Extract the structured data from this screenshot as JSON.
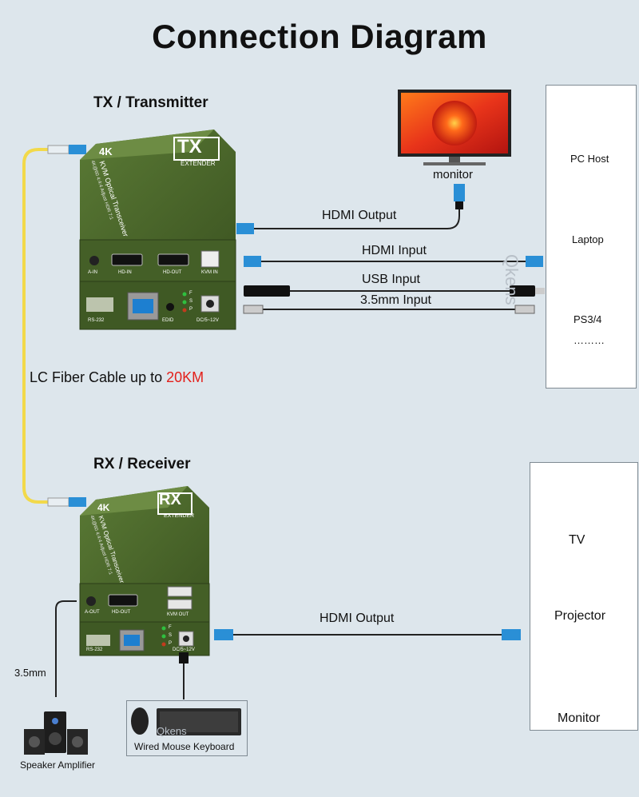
{
  "title": "Connection Diagram",
  "tx": {
    "heading": "TX / Transmitter",
    "badge": "TX",
    "sub": "EXTENDER",
    "product": "KVM Optical Transceiver",
    "spec": "4K@60 4:4:4 Adjust HDR 7:1",
    "model_badge": "4K",
    "ports": {
      "a_in": "A-IN",
      "hd_in": "HD-IN",
      "hd_out": "HD-OUT",
      "kvm_in": "KVM IN",
      "rs232": "RS-232",
      "edid": "EDID",
      "dc": "DC/5~12V",
      "led_f": "F",
      "led_s": "S",
      "led_p": "P"
    }
  },
  "rx": {
    "heading": "RX / Receiver",
    "badge": "RX",
    "sub": "EXTENDER",
    "product": "KVM Optical Transceiver",
    "spec": "4K@60 4:4:4 Adjust HDR 7:1",
    "model_badge": "4K",
    "ports": {
      "a_out": "A-OUT",
      "hd_out": "HD-OUT",
      "kvm_out": "KVM OUT",
      "rs232": "RS-232",
      "dc": "DC/5~12V",
      "led_f": "F",
      "led_s": "S",
      "led_p": "P"
    }
  },
  "fiber": {
    "prefix": "LC Fiber Cable up to ",
    "distance": "20KM"
  },
  "cables": {
    "tx_hdmi_output": "HDMI Output",
    "hdmi_input": "HDMI Input",
    "usb_input": "USB Input",
    "audio_input": "3.5mm Input",
    "rx_hdmi_output": "HDMI Output",
    "audio_length": "3.5mm"
  },
  "devices": {
    "monitor_top": "monitor",
    "pc_host": "PC Host",
    "laptop": "Laptop",
    "ps": "PS3/4",
    "ellipsis": "………",
    "tv": "TV",
    "projector": "Projector",
    "monitor_bottom": "Monitor",
    "speaker": "Speaker Amplifier",
    "keyboard_mouse": "Wired Mouse Keyboard"
  },
  "watermarks": [
    "Qkens",
    "Qkens"
  ],
  "colors": {
    "device_green": "#4d6a2e",
    "device_dark": "#3a5222",
    "fiber_yellow": "#f2d94a",
    "connector_blue": "#2a8fd6",
    "accent_red": "#e3201b",
    "cable": "#222222"
  }
}
